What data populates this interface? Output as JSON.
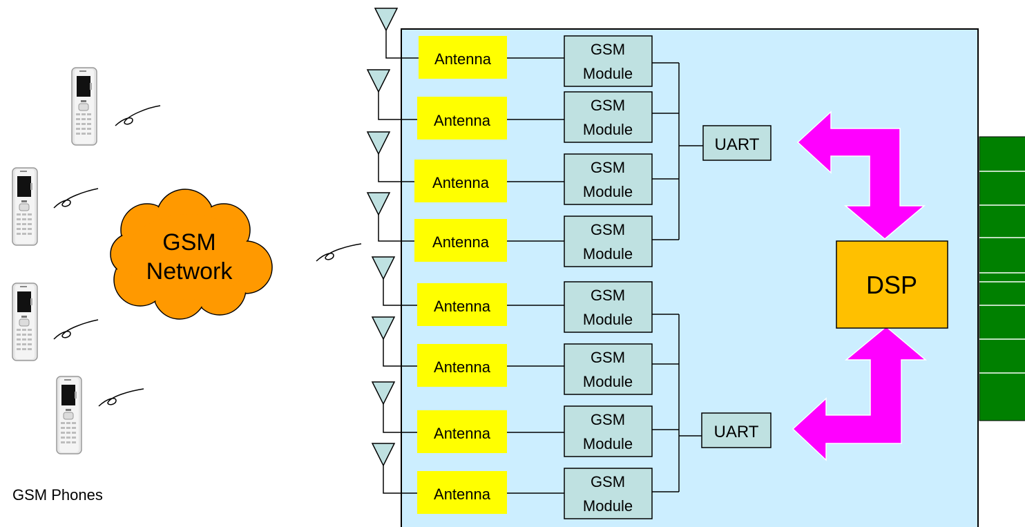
{
  "phones_caption": "GSM Phones",
  "network": {
    "line1": "GSM",
    "line2": "Network"
  },
  "antennas": [
    "Antenna",
    "Antenna",
    "Antenna",
    "Antenna",
    "Antenna",
    "Antenna",
    "Antenna",
    "Antenna"
  ],
  "modules": [
    {
      "line1": "GSM",
      "line2": "Module"
    },
    {
      "line1": "GSM",
      "line2": "Module"
    },
    {
      "line1": "GSM",
      "line2": "Module"
    },
    {
      "line1": "GSM",
      "line2": "Module"
    },
    {
      "line1": "GSM",
      "line2": "Module"
    },
    {
      "line1": "GSM",
      "line2": "Module"
    },
    {
      "line1": "GSM",
      "line2": "Module"
    },
    {
      "line1": "GSM",
      "line2": "Module"
    }
  ],
  "uarts": [
    "UART",
    "UART"
  ],
  "dsp": "DSP",
  "colors": {
    "board": "#cceeff",
    "antenna_box": "#ffff00",
    "module_box": "#bfe1e1",
    "dsp_box": "#ffc000",
    "cloud": "#ff9900",
    "arrow": "#ff00ff",
    "green_panel": "#008000"
  }
}
